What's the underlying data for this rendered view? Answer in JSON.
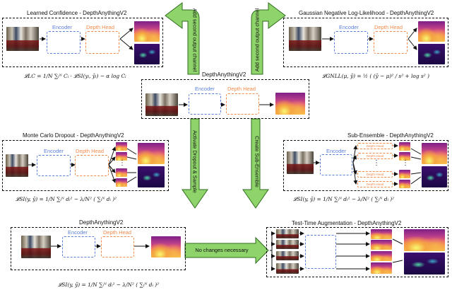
{
  "panels": {
    "lc": {
      "title": "Learned Confidence - DepthAnythingV2",
      "formula": "𝓛LC = 1/N ∑ᵢᴺ Cᵢ · 𝓛SI(yᵢ, ŷᵢ) − α log Cᵢ"
    },
    "gnll": {
      "title": "Gaussian Negative Log-Likelihood - DepthAnythingV2",
      "formula": "𝓛GNLL(μ, ŷ) = ½ ( (ŷ − μ)² / s² + log s² )"
    },
    "center": {
      "title": "DepthAnythingV2"
    },
    "mc": {
      "title": "Monte Carlo Dropout - DepthAnythingV2",
      "formula": "𝓛SI(y, ŷ) = 1/N ∑ᵢᴺ dᵢ² − λ/N² ( ∑ᵢᴺ dᵢ )²"
    },
    "se": {
      "title": "Sub-Ensemble - DepthAnythingV2",
      "formula": "𝓛SI(y, ŷ) = 1/N ∑ᵢᴺ dᵢ² − λ/N² ( ∑ᵢᴺ dᵢ )²"
    },
    "base": {
      "title": "DepthAnythingV2",
      "formula": "𝓛SI(y, ŷ) = 1/N ∑ᵢᴺ dᵢ² − λ/N² ( ∑ᵢᴺ dᵢ )²"
    },
    "tta": {
      "title": "Test-Time Augmentation - DepthAnythingV2"
    }
  },
  "labels": {
    "encoder": "Encoder",
    "depth_head": "Depth Head",
    "depth_head_small": "Depth Head",
    "dots": "⋮"
  },
  "arrows": {
    "add_second_left": "Add second output channel",
    "add_second_right": "Add second output channel",
    "dropout": "Activate Dropout & Sample",
    "subensemble": "Create Sub-Ensemble",
    "no_changes": "No changes necessary"
  },
  "colors": {
    "encoder": "#5b7fd6",
    "depth_head": "#f08a4b",
    "arrow_fill": "#8fd36b",
    "arrow_stroke": "#2f6e1f"
  }
}
